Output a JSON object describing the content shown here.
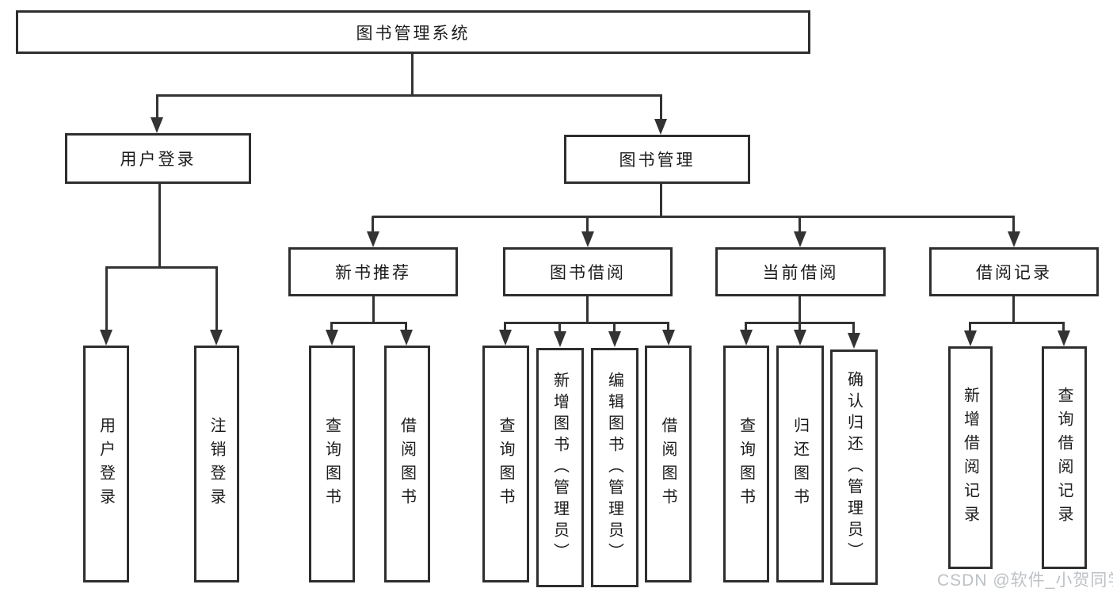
{
  "nodes": {
    "root": "图书管理系统",
    "user_login": "用户登录",
    "book_mgmt": "图书管理",
    "new_book_rec": "新书推荐",
    "book_borrow": "图书借阅",
    "current_borrow": "当前借阅",
    "borrow_records": "借阅记录",
    "leaf_user_login": "用户登录",
    "leaf_logout": "注销登录",
    "leaf_nb_query": "查询图书",
    "leaf_nb_borrow": "借阅图书",
    "leaf_bb_query": "查询图书",
    "leaf_bb_add": "新增图书（管理员）",
    "leaf_bb_edit": "编辑图书（管理员）",
    "leaf_bb_borrow": "借阅图书",
    "leaf_cb_query": "查询图书",
    "leaf_cb_return": "归还图书",
    "leaf_cb_confirm": "确认归还（管理员）",
    "leaf_br_add": "新增借阅记录",
    "leaf_br_query": "查询借阅记录"
  },
  "watermark": "CSDN @软件_小贺同学",
  "colors": {
    "line": "#333333",
    "border": "#2e2e2e",
    "text": "#1c1c1c",
    "watermark": "#c3c7cb",
    "background": "#ffffff"
  }
}
